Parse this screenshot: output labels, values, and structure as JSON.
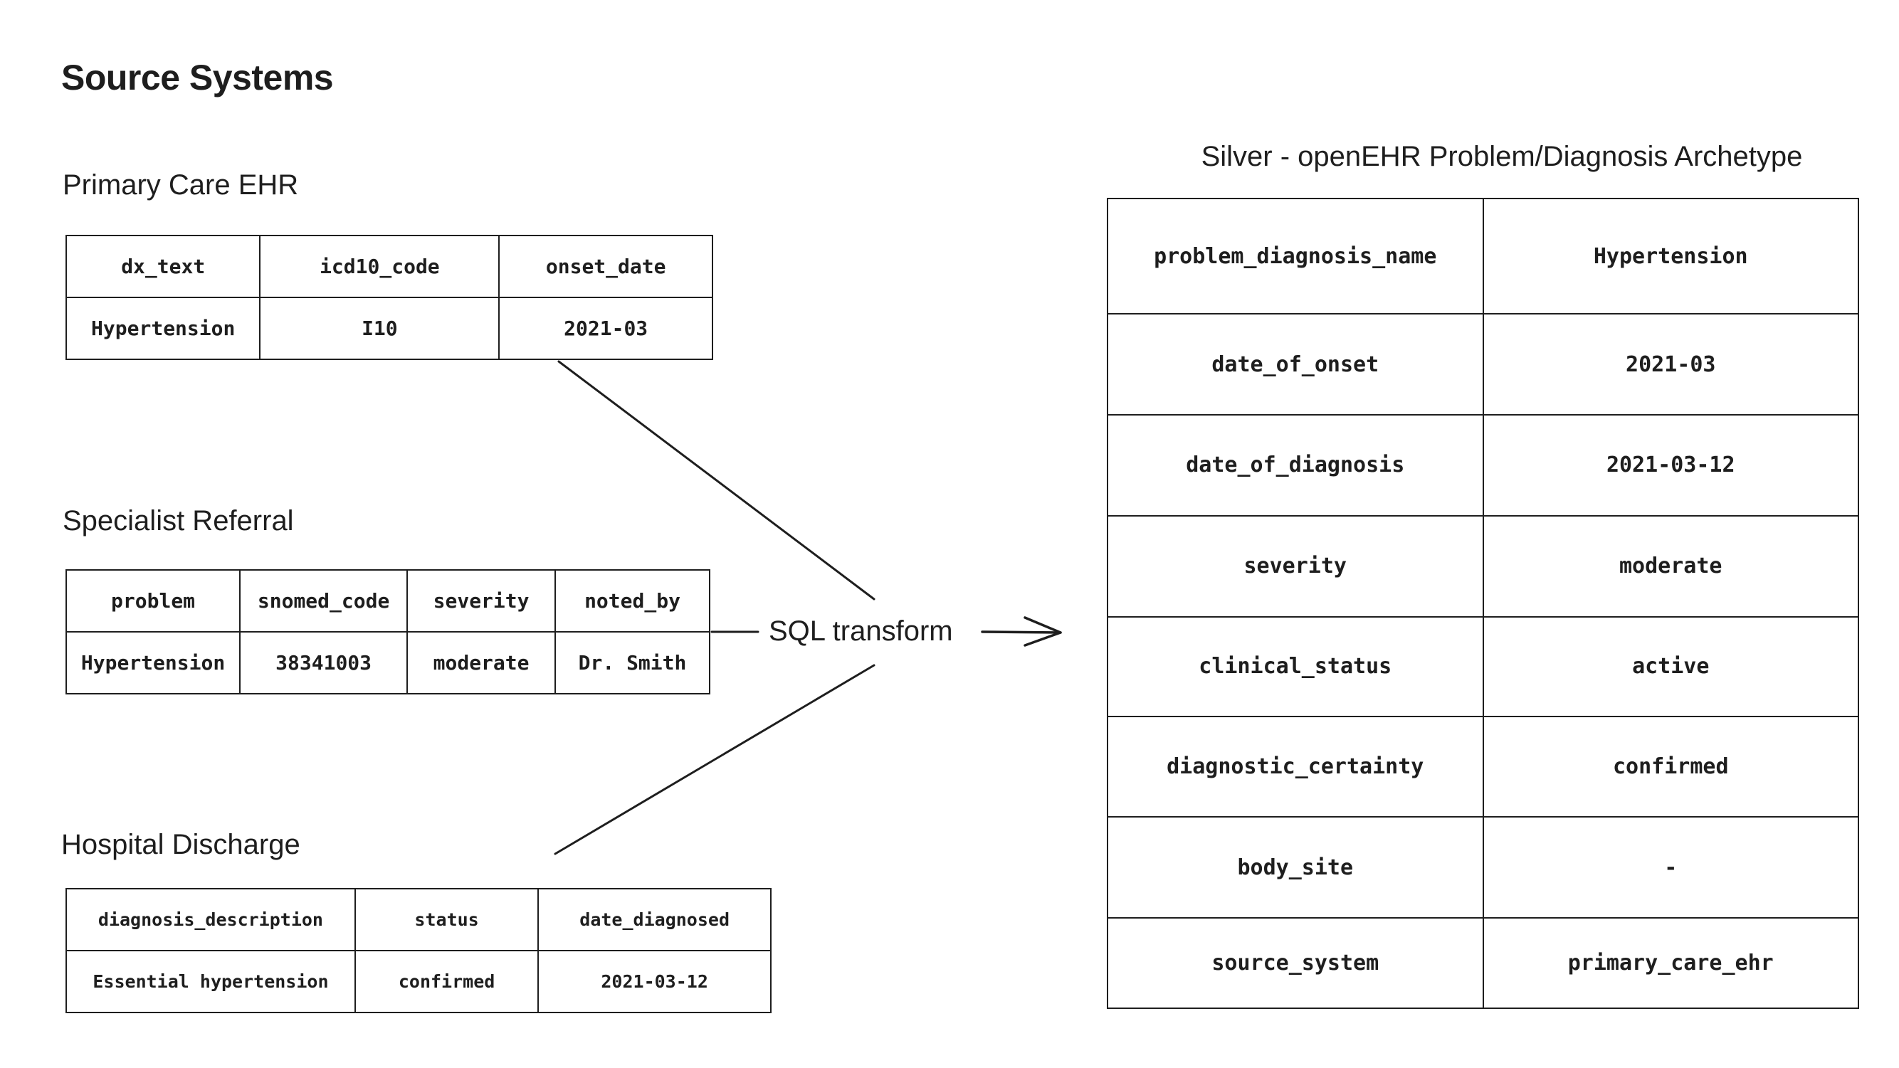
{
  "title": "Source Systems",
  "sources": [
    {
      "name": "Primary Care EHR",
      "headers": [
        "dx_text",
        "icd10_code",
        "onset_date"
      ],
      "row": [
        "Hypertension",
        "I10",
        "2021-03"
      ]
    },
    {
      "name": "Specialist Referral",
      "headers": [
        "problem",
        "snomed_code",
        "severity",
        "noted_by"
      ],
      "row": [
        "Hypertension",
        "38341003",
        "moderate",
        "Dr. Smith"
      ]
    },
    {
      "name": "Hospital Discharge",
      "headers": [
        "diagnosis_description",
        "status",
        "date_diagnosed"
      ],
      "row": [
        "Essential hypertension",
        "confirmed",
        "2021-03-12"
      ]
    }
  ],
  "transform": {
    "label": "SQL transform"
  },
  "target": {
    "title": "Silver - openEHR Problem/Diagnosis Archetype",
    "rows": [
      [
        "problem_diagnosis_name",
        "Hypertension"
      ],
      [
        "date_of_onset",
        "2021-03"
      ],
      [
        "date_of_diagnosis",
        "2021-03-12"
      ],
      [
        "severity",
        "moderate"
      ],
      [
        "clinical_status",
        "active"
      ],
      [
        "diagnostic_certainty",
        "confirmed"
      ],
      [
        "body_site",
        "-"
      ],
      [
        "source_system",
        "primary_care_ehr"
      ]
    ]
  }
}
